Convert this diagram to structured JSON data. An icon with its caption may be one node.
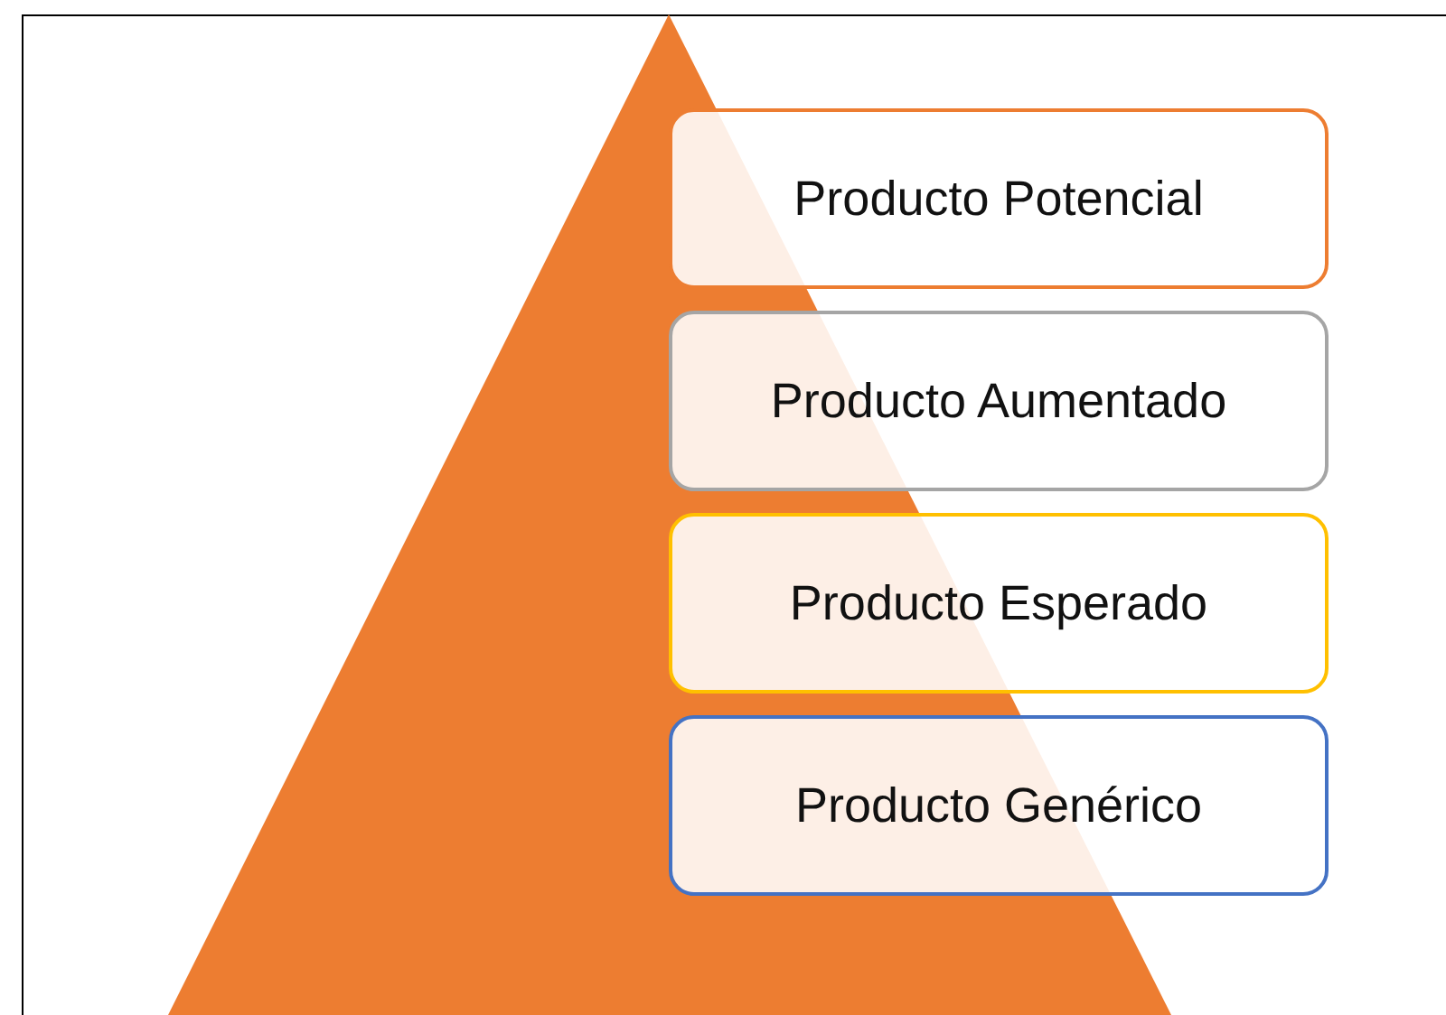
{
  "diagram": {
    "nodes": [
      {
        "text": [
          "Producto Potencial"
        ]
      },
      {
        "text": [
          "Producto Aumentado"
        ]
      },
      {
        "text": [
          "Producto Esperado"
        ]
      },
      {
        "text": [
          "Producto Genérico"
        ]
      }
    ]
  }
}
